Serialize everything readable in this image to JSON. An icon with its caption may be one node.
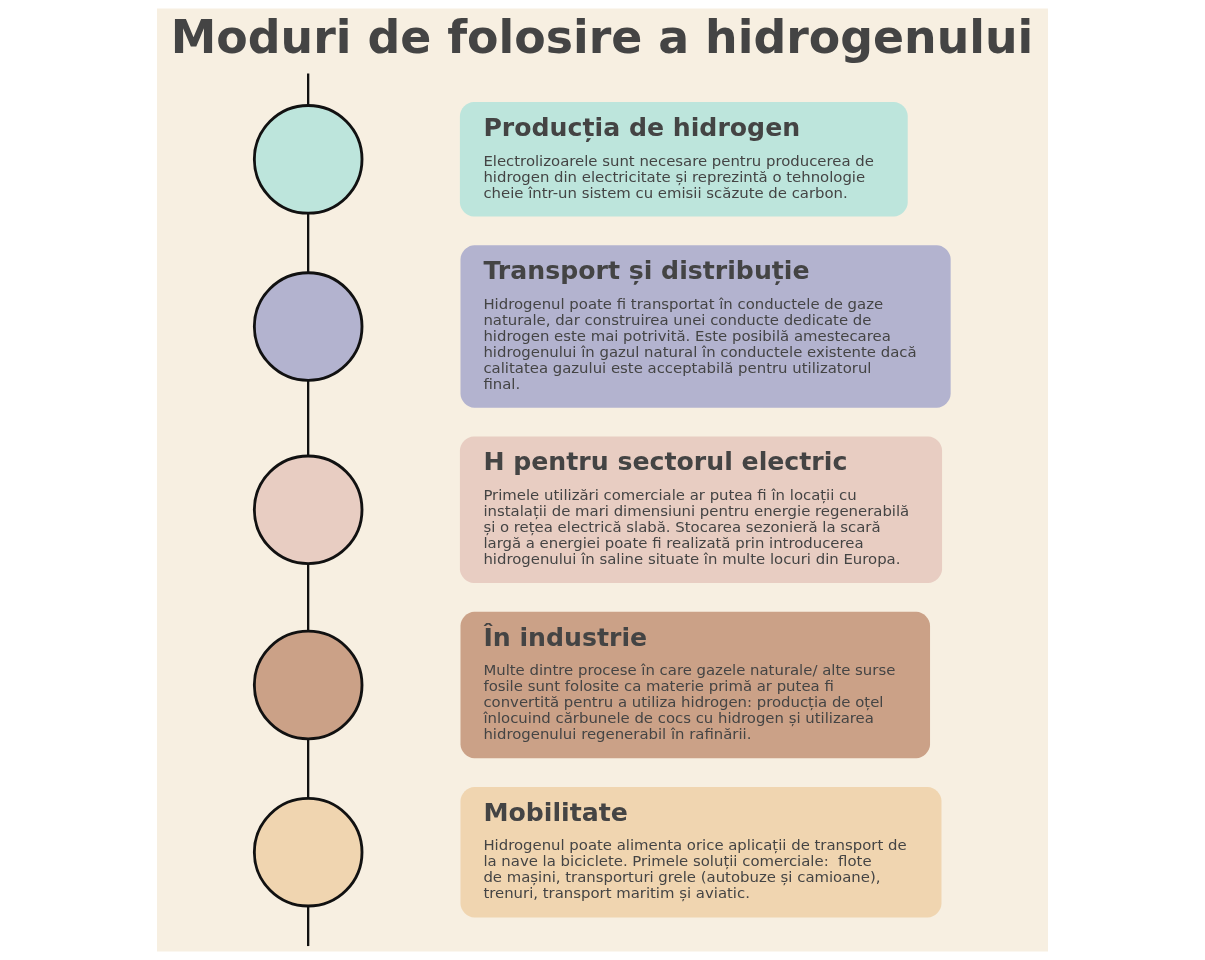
{
  "diagram": {
    "title": "Moduri de folosire a hidrogenului",
    "nodes": [
      {
        "text": [],
        "shape": "circle"
      },
      {
        "text": [
          "Producția de hidrogen",
          "Electrolizoarele sunt necesare pentru producerea de hidrogen din electricitate și reprezintă o tehnologie cheie într-un sistem cu emisii scăzute de carbon."
        ]
      },
      {
        "text": [],
        "shape": "circle"
      },
      {
        "text": [
          "Transport și distribuție",
          "Hidrogenul poate fi transportat în conductele de gaze naturale, dar construirea unei conducte dedicate de hidrogen este mai potrivită. Este posibilă amestecarea hidrogenului în gazul natural în conductele existente dacă calitatea gazului este acceptabilă pentru utilizatorul final."
        ]
      },
      {
        "text": [],
        "shape": "circle"
      },
      {
        "text": [
          "H pentru sectorul electric",
          "Primele utilizări comerciale ar putea fi în locații cu instalații de mari dimensiuni pentru energie regenerabilă și o rețea electrică slabă. Stocarea sezonieră la scară largă a energiei poate fi realizată prin introducerea hidrogenului în saline situate în multe locuri din Europa."
        ]
      },
      {
        "text": [],
        "shape": "circle"
      },
      {
        "text": [
          "În industrie",
          "Multe dintre procese în care gazele naturale/ alte surse fosile sunt folosite ca materie primă ar putea fi convertită pentru a utiliza hidrogen: producția de oțel înlocuind cărbunele de cocs cu hidrogen și utilizarea hidrogenului regenerabil în rafinării."
        ]
      },
      {
        "text": [],
        "shape": "circle"
      },
      {
        "text": [
          "Mobilitate",
          "Hidrogenul poate alimenta orice aplicații de transport de la nave la biciclete. Primele soluții comerciale:  flote de mașini, transporturi grele (autobuze și camioane), trenuri, transport maritim și aviatic."
        ]
      }
    ],
    "edges": [
      {
        "from": null,
        "to": 0,
        "arrow": "none"
      },
      {
        "from": 0,
        "to": 2,
        "arrow": "none"
      },
      {
        "from": 2,
        "to": 4,
        "arrow": "none"
      },
      {
        "from": 4,
        "to": 6,
        "arrow": "none"
      },
      {
        "from": 6,
        "to": 8,
        "arrow": "none"
      },
      {
        "from": 8,
        "to": null,
        "arrow": "none"
      }
    ]
  }
}
